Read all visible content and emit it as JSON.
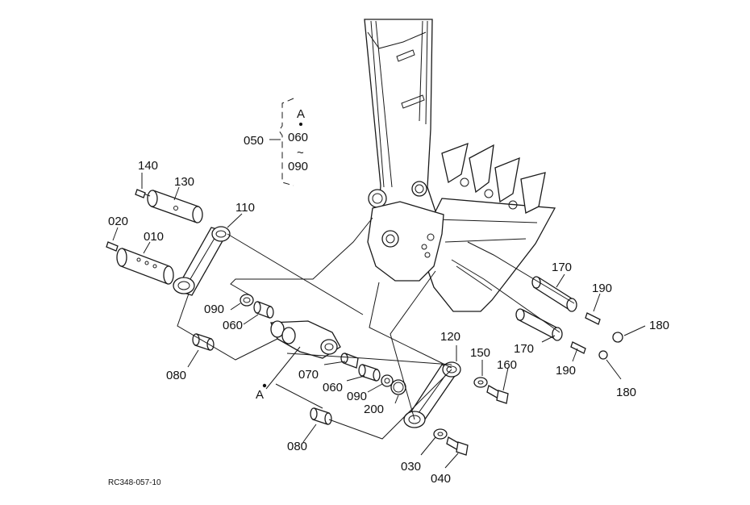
{
  "diagram": {
    "drawing_code": "RC348-057-10",
    "group": {
      "number": "050",
      "members": [
        "A",
        "060",
        "090"
      ],
      "range_mark": "~"
    },
    "ref_mark": "A",
    "labels": {
      "p010": "010",
      "p020": "020",
      "p030": "030",
      "p040": "040",
      "p060a": "060",
      "p060b": "060",
      "p070": "070",
      "p080a": "080",
      "p080b": "080",
      "p090a": "090",
      "p090b": "090",
      "p110": "110",
      "p120": "120",
      "p130": "130",
      "p140": "140",
      "p150": "150",
      "p160": "160",
      "p170a": "170",
      "p170b": "170",
      "p180a": "180",
      "p180b": "180",
      "p190a": "190",
      "p190b": "190",
      "p200": "200"
    }
  }
}
